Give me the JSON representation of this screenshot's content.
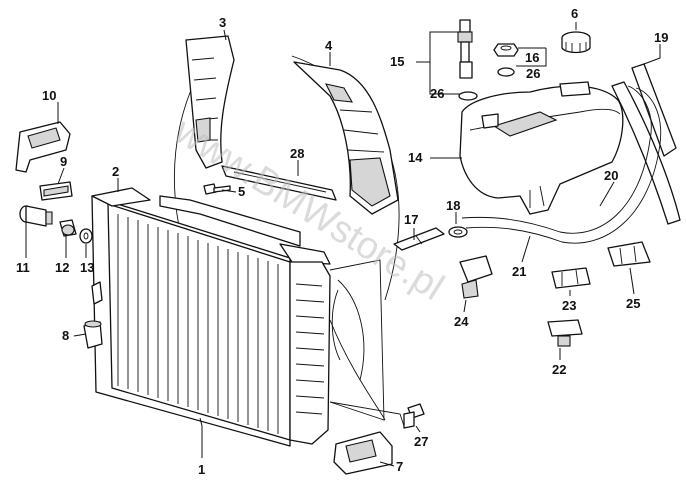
{
  "watermark": "www.BMWstore.pl",
  "callouts": {
    "c1": "1",
    "c2": "2",
    "c3": "3",
    "c4": "4",
    "c5": "5",
    "c6": "6",
    "c7": "7",
    "c8": "8",
    "c9": "9",
    "c10": "10",
    "c11": "11",
    "c12": "12",
    "c13": "13",
    "c14": "14",
    "c15": "15",
    "c16": "16",
    "c17": "17",
    "c18": "18",
    "c19": "19",
    "c20": "20",
    "c21": "21",
    "c22": "22",
    "c23": "23",
    "c24": "24",
    "c25": "25",
    "c26a": "26",
    "c26b": "26",
    "c27": "27",
    "c28": "28"
  }
}
